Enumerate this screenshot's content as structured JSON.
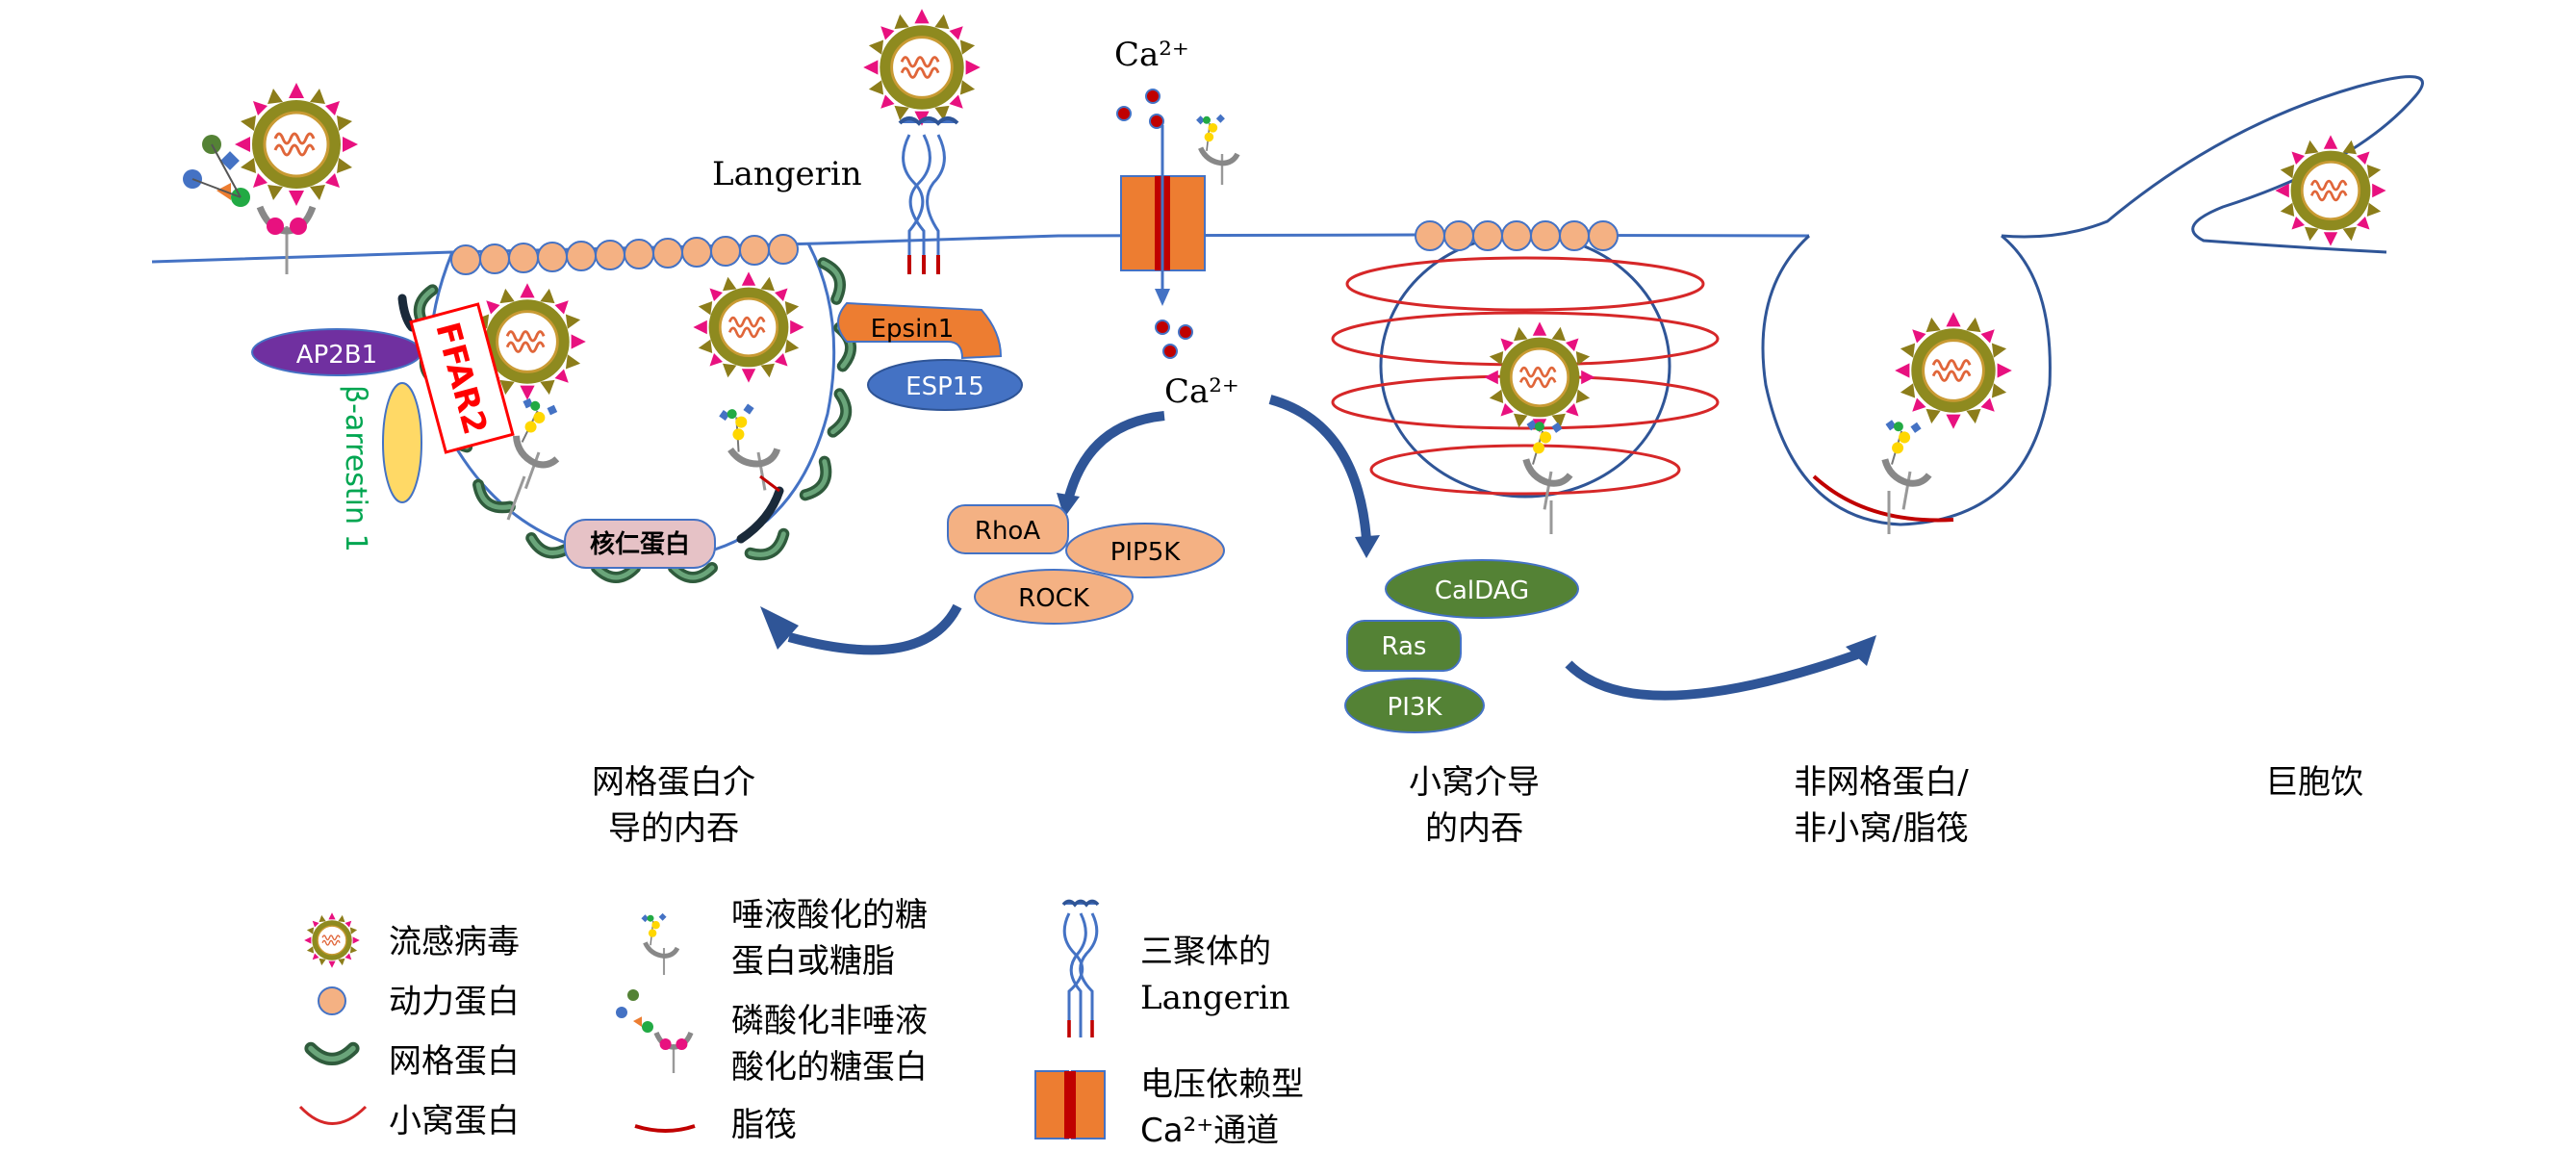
{
  "labels": {
    "langerin": "Langerin",
    "ca_top": "Ca²⁺",
    "ca_mid": "Ca²⁺",
    "ap2b1": "AP2B1",
    "ffar2": "FFAR2",
    "arrestin": "β-arrestin 1",
    "epsin1": "Epsin1",
    "esp15": "ESP15",
    "nucleolin": "核仁蛋白",
    "rhoa": "RhoA",
    "pip5k": "PIP5K",
    "rock": "ROCK",
    "caldag": "CalDAG",
    "ras": "Ras",
    "pi3k": "PI3K"
  },
  "pathways": {
    "clathrin_l1": "网格蛋白介",
    "clathrin_l2": "导的内吞",
    "caveolae_l1": "小窝介导",
    "caveolae_l2": "的内吞",
    "nonclathrin_l1": "非网格蛋白/",
    "nonclathrin_l2": "非小窝/脂筏",
    "macro": "巨胞饮"
  },
  "legend": {
    "virus": "流感病毒",
    "dynamin": "动力蛋白",
    "clathrin": "网格蛋白",
    "caveolin": "小窝蛋白",
    "sialyl_l1": "唾液酸化的糖",
    "sialyl_l2": "蛋白或糖脂",
    "phos_l1": "磷酸化非唾液",
    "phos_l2": "酸化的糖蛋白",
    "raft": "脂筏",
    "trimer_l1": "三聚体的",
    "trimer_l2": "Langerin",
    "channel_l1": "电压依赖型",
    "channel_l2": "Ca²⁺通道"
  },
  "colors": {
    "membrane": "#4472c4",
    "dynamin": "#f4b183",
    "clathrin": "#3a6b4a",
    "caveolin": "#d62728",
    "channel": "#ed7d31",
    "channel_core": "#c00000",
    "ap2b1": "#7030a0",
    "arrestin": "#ffd966",
    "epsin": "#ed7d31",
    "esp15": "#4472c4",
    "green_protein": "#548235",
    "arrestin_text": "#00a651",
    "ffar2_text": "#ff0000"
  }
}
